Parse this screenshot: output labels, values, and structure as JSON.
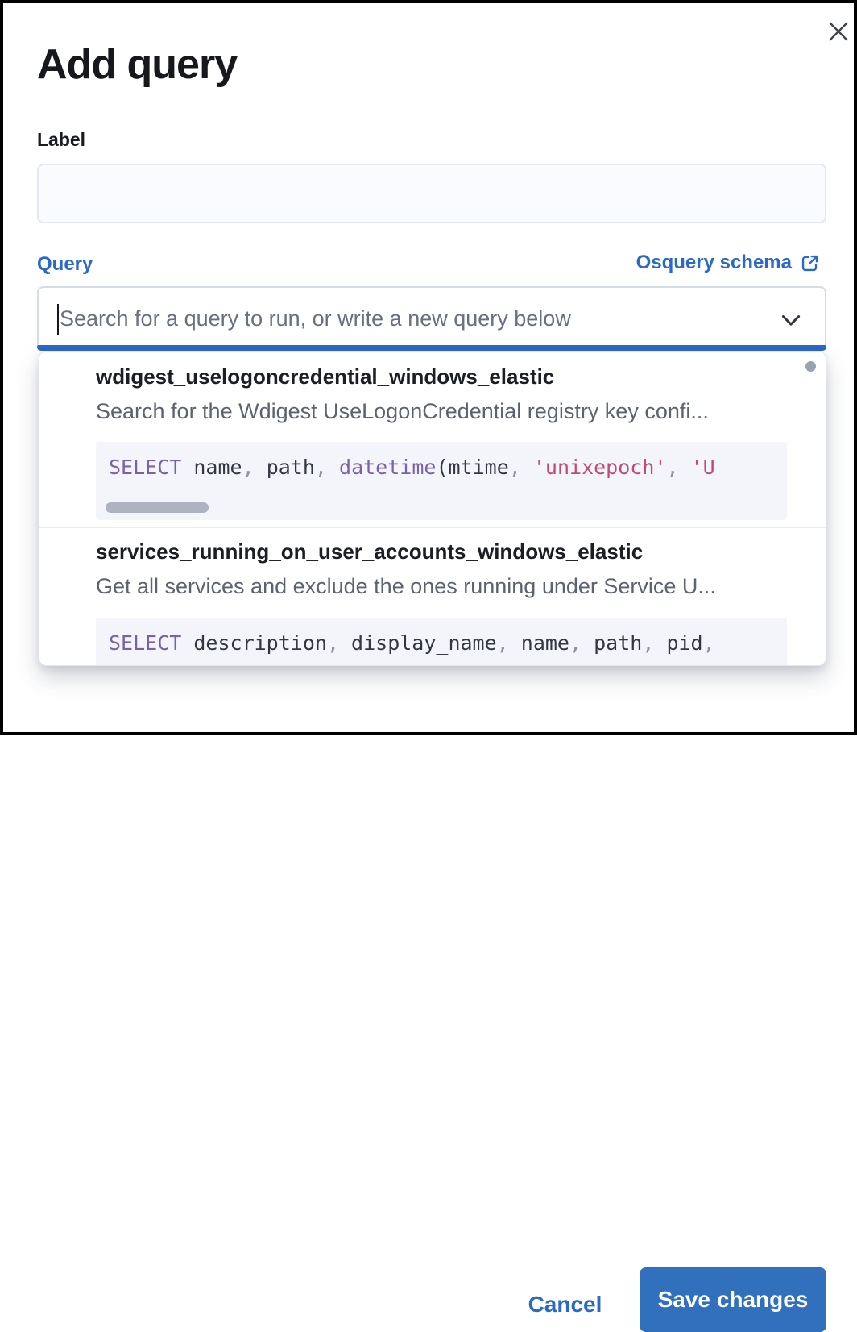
{
  "modal": {
    "title": "Add query"
  },
  "form": {
    "label_field": {
      "label": "Label",
      "value": ""
    },
    "query_field": {
      "label": "Query",
      "schema_link_text": "Osquery schema",
      "combobox_placeholder": "Search for a query to run, or write a new query below",
      "combobox_value": ""
    }
  },
  "dropdown": {
    "options": [
      {
        "title": "wdigest_uselogoncredential_windows_elastic",
        "description": "Search for the Wdigest UseLogonCredential registry key confi...",
        "code_tokens": [
          {
            "t": "kw",
            "v": "SELECT"
          },
          {
            "t": "id",
            "v": " name"
          },
          {
            "t": "pu",
            "v": ", "
          },
          {
            "t": "id",
            "v": "path"
          },
          {
            "t": "pu",
            "v": ", "
          },
          {
            "t": "kw",
            "v": "datetime"
          },
          {
            "t": "id",
            "v": "(mtime"
          },
          {
            "t": "pu",
            "v": ", "
          },
          {
            "t": "str",
            "v": "'unixepoch'"
          },
          {
            "t": "pu",
            "v": ", "
          },
          {
            "t": "str",
            "v": "'U"
          }
        ],
        "has_horizontal_scrollbar": true
      },
      {
        "title": "services_running_on_user_accounts_windows_elastic",
        "description": "Get all services and exclude the ones running under Service U...",
        "code_tokens": [
          {
            "t": "kw",
            "v": "SELECT"
          },
          {
            "t": "id",
            "v": " description"
          },
          {
            "t": "pu",
            "v": ", "
          },
          {
            "t": "id",
            "v": "display_name"
          },
          {
            "t": "pu",
            "v": ", "
          },
          {
            "t": "id",
            "v": "name"
          },
          {
            "t": "pu",
            "v": ", "
          },
          {
            "t": "id",
            "v": "path"
          },
          {
            "t": "pu",
            "v": ", "
          },
          {
            "t": "id",
            "v": "pid"
          },
          {
            "t": "pu",
            "v": ","
          }
        ],
        "has_horizontal_scrollbar": false
      }
    ]
  },
  "footer": {
    "cancel_label": "Cancel",
    "save_label": "Save changes"
  },
  "colors": {
    "accent": "#2a69c6",
    "button_blue": "#3170bd",
    "text_dark": "#1a1c23",
    "text_gray": "#5c6370",
    "placeholder": "#69707d",
    "code_bg": "#f3f5fa",
    "code_text": "#343741",
    "code_keyword": "#7b61a8",
    "code_string": "#bf4d73",
    "code_punct": "#8d92a0"
  }
}
